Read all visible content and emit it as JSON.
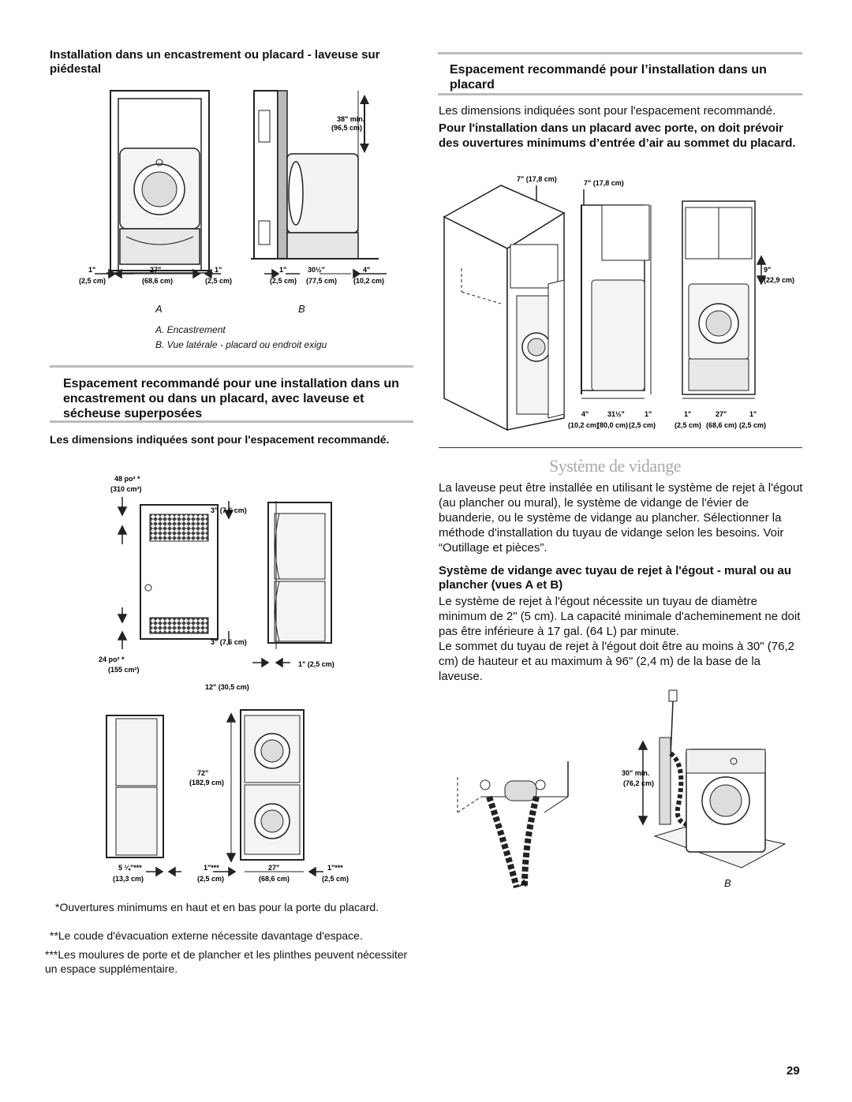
{
  "left": {
    "heading1": "Installation dans un encastrement ou placard - laveuse sur piédestal",
    "fig1": {
      "dims_a": [
        "1\"",
        "(2,5 cm)",
        "27\"",
        "(68,6 cm)",
        "1\"",
        "(2,5 cm)"
      ],
      "dims_b": [
        "1\"",
        "(2,5 cm)",
        "30½\"",
        "(77,5 cm)",
        "4\"",
        "(10,2 cm)"
      ],
      "top_clear": [
        "38\" min.",
        "(96,5 cm)"
      ],
      "label_a": "A",
      "label_b": "B",
      "legend_a": "A. Encastrement",
      "legend_b": "B. Vue latérale - placard ou endroit exigu"
    },
    "heading2": "Espacement recommandé pour une installation dans un encastrement ou dans un placard, avec laveuse et sécheuse superposées",
    "subheading2": "Les dimensions indiquées sont pour l'espacement recommandé.",
    "fig2": {
      "vent_top": [
        "48 po² *",
        "(310 cm²)"
      ],
      "vent_bottom": [
        "24 po² *",
        "(155 cm²)"
      ],
      "gap_top": "3\" (7,6 cm)",
      "gap_bottom": "3\" (7,6 cm)",
      "side_gap": "1\" (2,5 cm)",
      "depth": "12\" (30,5 cm)",
      "height": [
        "72\"",
        "(182,9 cm)"
      ],
      "bottom_dims": [
        "5 ¼\"***",
        "(13,3 cm)",
        "1\"***",
        "(2,5 cm)",
        "27\"",
        "(68,6 cm)",
        "1\"***",
        "(2,5 cm)"
      ]
    },
    "footnotes": [
      "*Ouvertures minimums en haut et en bas pour la porte du placard.",
      "**Le coude d'évacuation externe nécessite davantage d'espace.",
      "***Les moulures de porte et de plancher et les plinthes peuvent nécessiter un espace supplémentaire."
    ]
  },
  "right": {
    "heading1": "Espacement recommandé pour l’installation dans un placard",
    "para1": "Les dimensions indiquées sont pour l'espacement recommandé.",
    "para2_bold": "Pour l'installation dans un placard avec porte, on doit prévoir des ouvertures minimums d’entrée d’air au sommet du placard.",
    "fig3": {
      "top_a": "7\" (17,8 cm)",
      "top_b": "7\" (17,8 cm)",
      "side": [
        "9\"",
        "(22,9 cm)"
      ],
      "dims_mid": [
        "4\"",
        "31½\"",
        "1\"",
        "(10,2 cm)",
        "(80,0 cm)",
        "(2,5 cm)"
      ],
      "dims_right": [
        "1\"",
        "27\"",
        "1\"",
        "(2,5 cm)",
        "(68,6 cm)",
        "(2,5 cm)"
      ]
    },
    "section_title": "Système de vidange",
    "para3": "La laveuse peut être installée en utilisant le système de rejet à l'égout (au plancher ou mural), le système de vidange de l'évier de buanderie, ou le système de vidange au plancher. Sélectionner la méthode d'installation du tuyau de vidange selon les besoins. Voir “Outillage et pièces”.",
    "heading2": "Système de vidange avec tuyau de rejet à l'égout - mural ou au plancher (vues A et B)",
    "para4": "Le système de rejet à l'égout nécessite un tuyau de diamètre minimum de 2\" (5 cm). La capacité minimale d'acheminement ne doit pas être inférieure à 17 gal. (64 L) par minute.",
    "para5": "Le sommet du tuyau de rejet à l'égout doit être au moins à 30\" (76,2 cm) de hauteur et au maximum à 96\" (2,4 m) de la base de la laveuse.",
    "fig4": {
      "height": [
        "30\" min.",
        "(76,2 cm)"
      ],
      "label_a": "A",
      "label_b": "B"
    }
  },
  "page_number": "29"
}
